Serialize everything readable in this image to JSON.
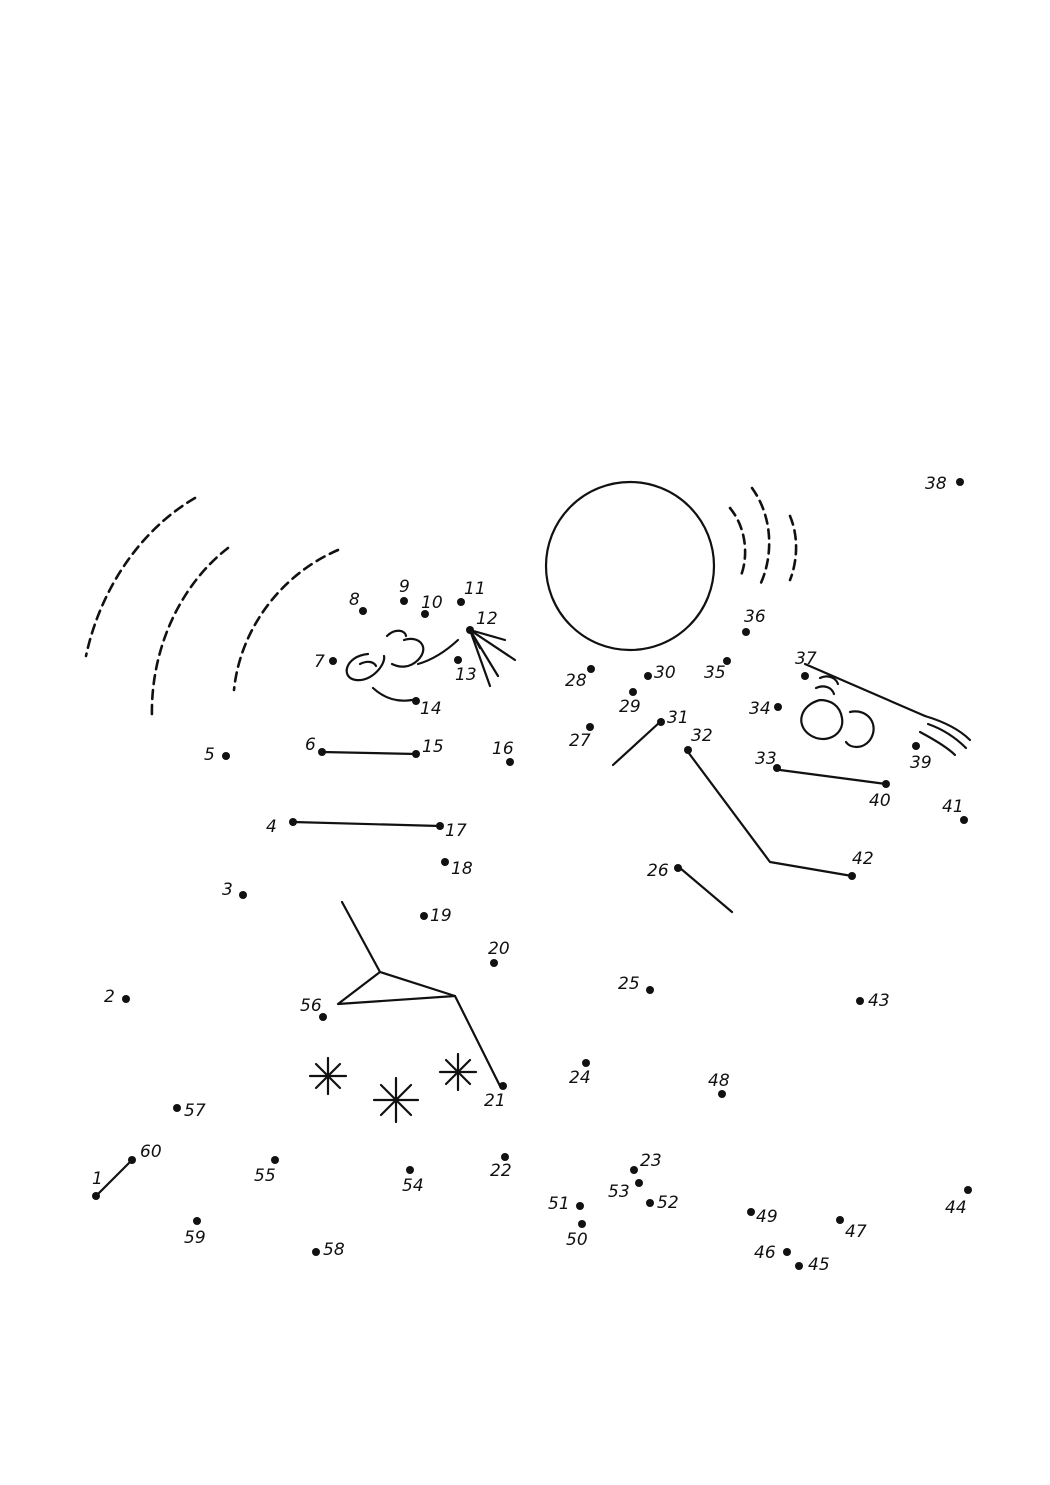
{
  "puzzle": {
    "type": "connect-the-dots",
    "dot_count": 60,
    "labels": [
      "1",
      "2",
      "3",
      "4",
      "5",
      "6",
      "7",
      "8",
      "9",
      "10",
      "11",
      "12",
      "13",
      "14",
      "15",
      "16",
      "17",
      "18",
      "19",
      "20",
      "21",
      "22",
      "23",
      "24",
      "25",
      "26",
      "27",
      "28",
      "29",
      "30",
      "31",
      "32",
      "33",
      "34",
      "35",
      "36",
      "37",
      "38",
      "39",
      "40",
      "41",
      "42",
      "43",
      "44",
      "45",
      "46",
      "47",
      "48",
      "49",
      "50",
      "51",
      "52",
      "53",
      "54",
      "55",
      "56",
      "57",
      "58",
      "59",
      "60"
    ]
  },
  "colors": {
    "ink": "#111111",
    "paper": "#ffffff"
  },
  "icons": [
    "sparkle-icon",
    "ball-icon",
    "motion-line-icon"
  ]
}
